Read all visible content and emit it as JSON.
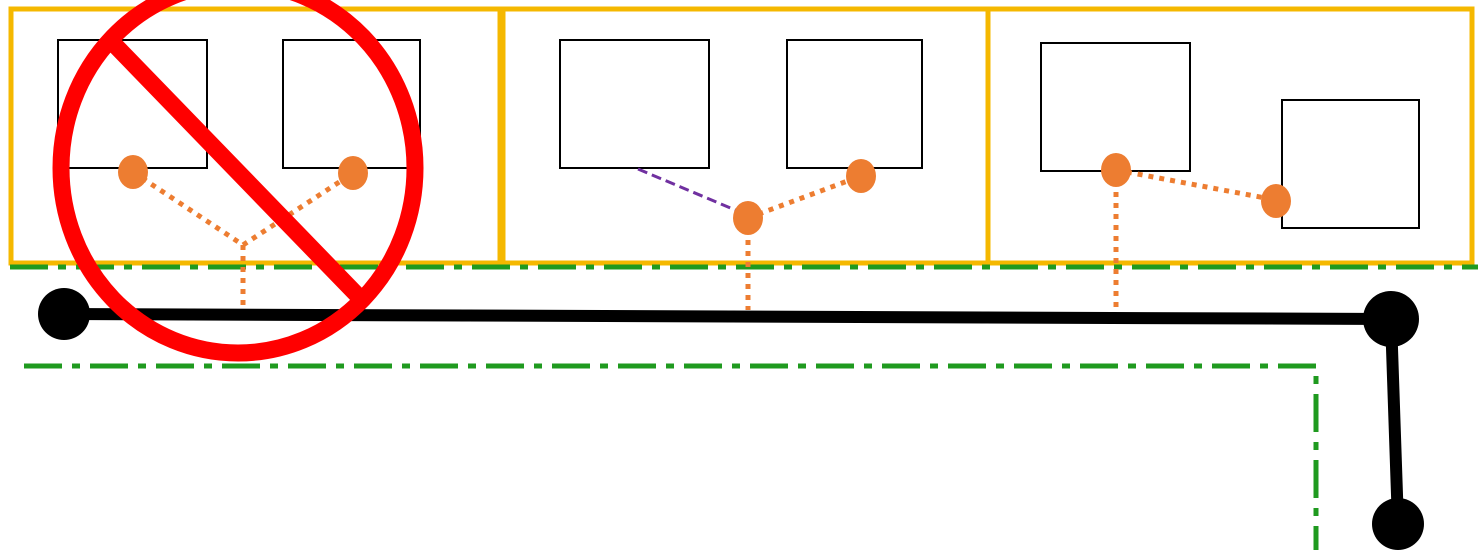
{
  "diagram": {
    "text": "",
    "colors": {
      "panel_border": "#F5B800",
      "building": "#000000",
      "connection_point": "#ED7D31",
      "connection_line": "#ED7D31",
      "direct_link": "#7030A0",
      "boundary": "#1F9A1F",
      "main_line": "#000000",
      "prohibition": "#FF0000"
    },
    "panels": [
      {
        "name": "panel-1",
        "prohibited": true
      },
      {
        "name": "panel-2",
        "prohibited": false
      },
      {
        "name": "panel-3",
        "prohibited": false
      }
    ],
    "icons": [
      "prohibition-icon"
    ]
  }
}
